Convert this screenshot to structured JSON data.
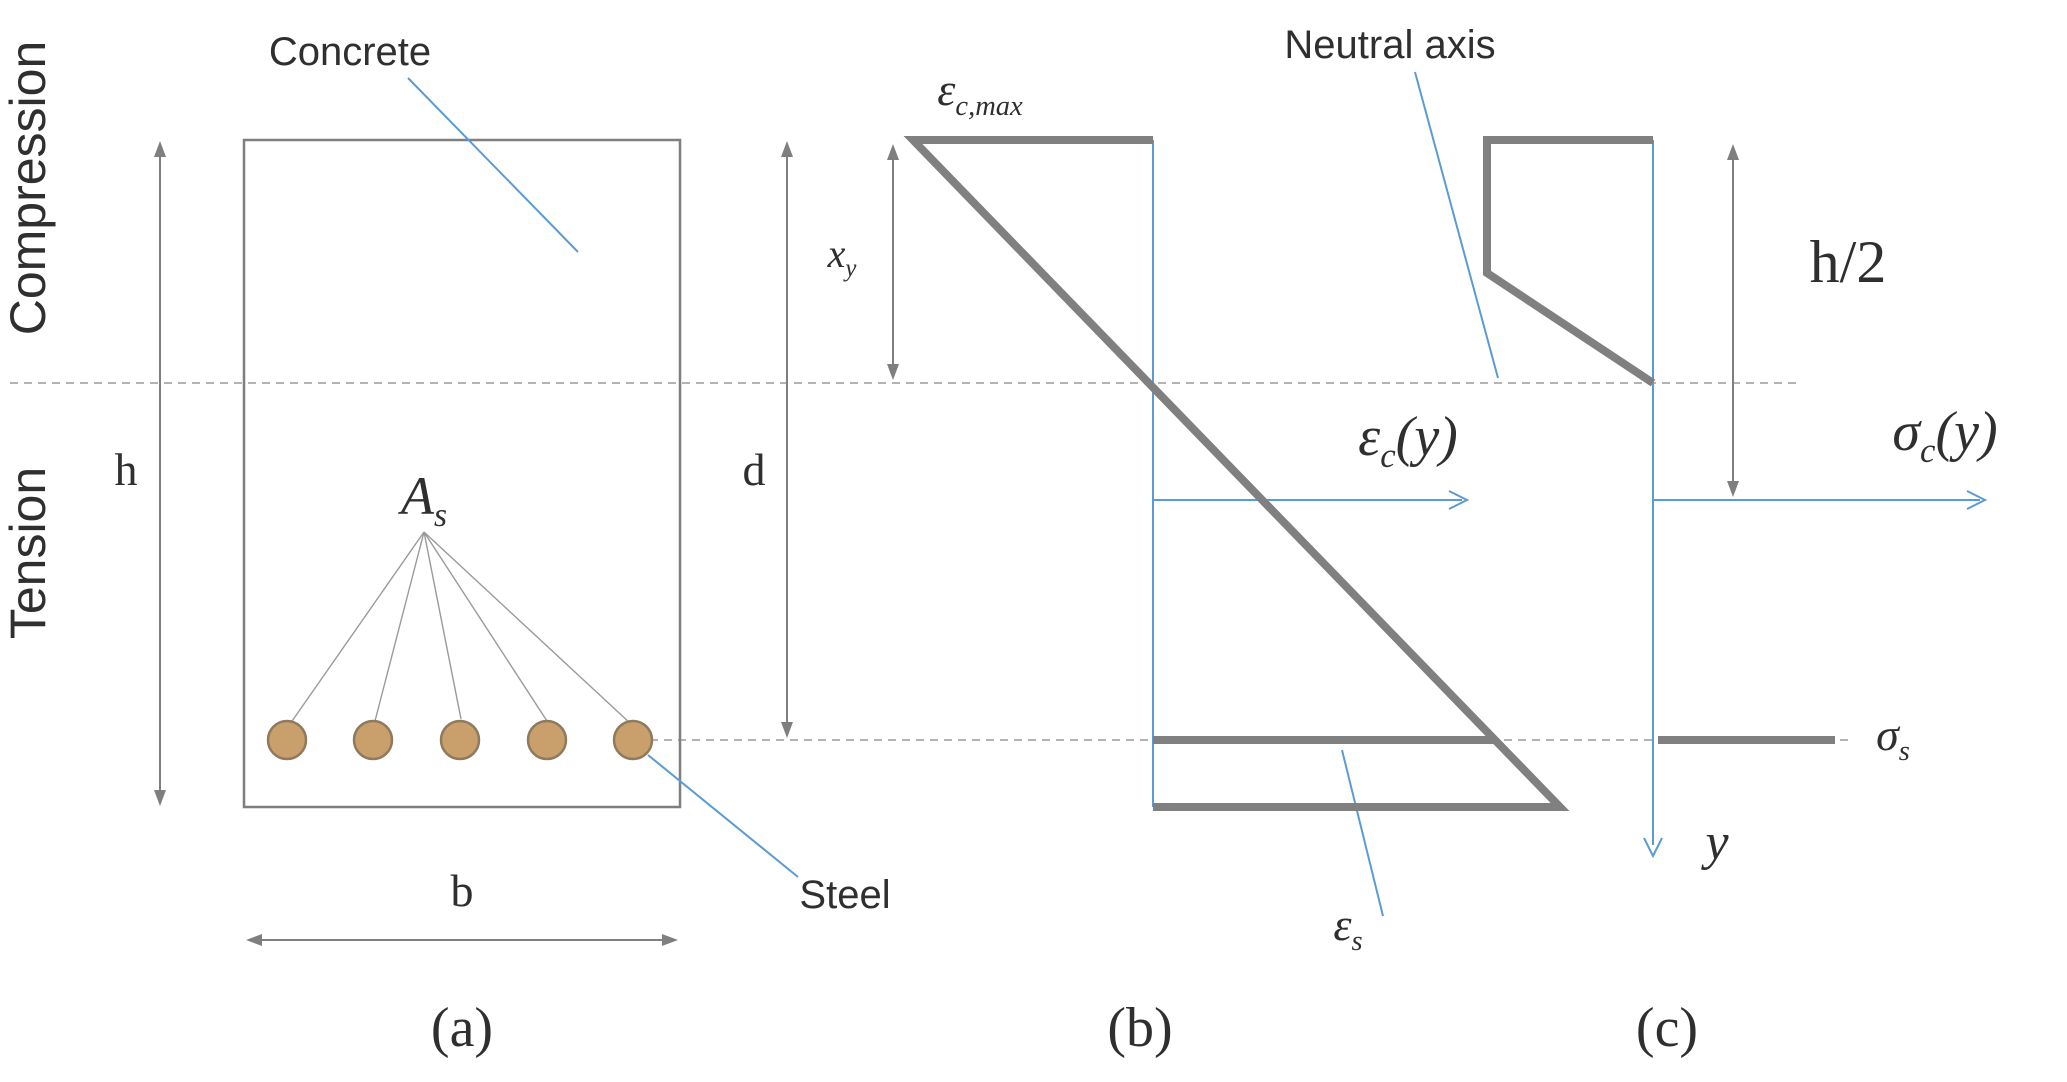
{
  "colors": {
    "accent_blue": "#5B9BD5",
    "thick_line_gray": "#808080",
    "dimension_gray": "#7f7f7f",
    "dashed_gray": "#9a9a9a",
    "steel_fill": "#C9A06C",
    "steel_stroke": "#8f7a5e",
    "text": "#2f2f2f"
  },
  "side_labels": {
    "compression": "Compression",
    "tension": "Tension"
  },
  "section": {
    "concrete_label": "Concrete",
    "steel_label": "Steel",
    "area_label": {
      "base": "A",
      "sub": "s"
    },
    "height_label": "h",
    "width_label": "b",
    "depth_label": "d"
  },
  "strain": {
    "eps_max": {
      "base": "ε",
      "sub": "c,max"
    },
    "xy": {
      "base": "x",
      "sub": "y"
    },
    "axis": {
      "base": "ε",
      "sub": "c",
      "tail": "(y)"
    },
    "eps_s": {
      "base": "ε",
      "sub": "s"
    }
  },
  "stress": {
    "neutral_axis_label": "Neutral axis",
    "half_height": "h/2",
    "axis": {
      "base": "σ",
      "sub": "c",
      "tail": "(y)"
    },
    "sigma_s": {
      "base": "σ",
      "sub": "s"
    },
    "y_axis": "y"
  },
  "captions": {
    "a": "(a)",
    "b": "(b)",
    "c": "(c)"
  }
}
